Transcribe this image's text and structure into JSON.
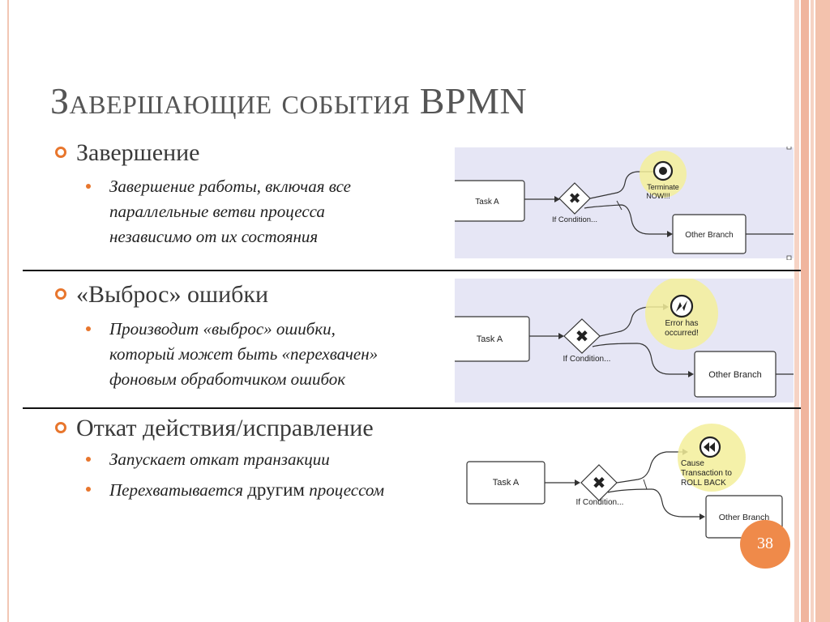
{
  "slide": {
    "title": "Завершающие события BPMN",
    "page_number": "38"
  },
  "sections": [
    {
      "heading": "Завершение",
      "bullets": [
        [
          "Завершение работы,  включая все",
          "параллельные ветви процесса",
          "независимо от их состояния"
        ]
      ],
      "diagram": {
        "task": "Task A",
        "gateway": "If Condition...",
        "event_label": [
          "Terminate",
          "NOW!!!"
        ],
        "branch": "Other Branch"
      }
    },
    {
      "heading": "«Выброс» ошибки",
      "bullets": [
        [
          "Производит «выброс» ошибки,",
          "который может быть «перехвачен»",
          "фоновым обработчиком ошибок"
        ]
      ],
      "diagram": {
        "task": "Task A",
        "gateway": "If Condition...",
        "event_label": [
          "Error has",
          "occurred!"
        ],
        "branch": "Other Branch"
      }
    },
    {
      "heading": "Откат действия/исправление",
      "bullets": [
        [
          "Запускает откат транзакции"
        ],
        [
          "Перехватывается",
          "другим",
          "процессом"
        ]
      ],
      "diagram": {
        "task": "Task A",
        "gateway": "If Condition...",
        "event_label": [
          "Cause",
          "Transaction to",
          "ROLL BACK"
        ],
        "branch": "Other Branch"
      }
    }
  ],
  "colors": {
    "accent": "#e8762d",
    "diagram_bg": "#e6e6f5",
    "event_glow": "#f3ef9a",
    "title": "#555555"
  }
}
